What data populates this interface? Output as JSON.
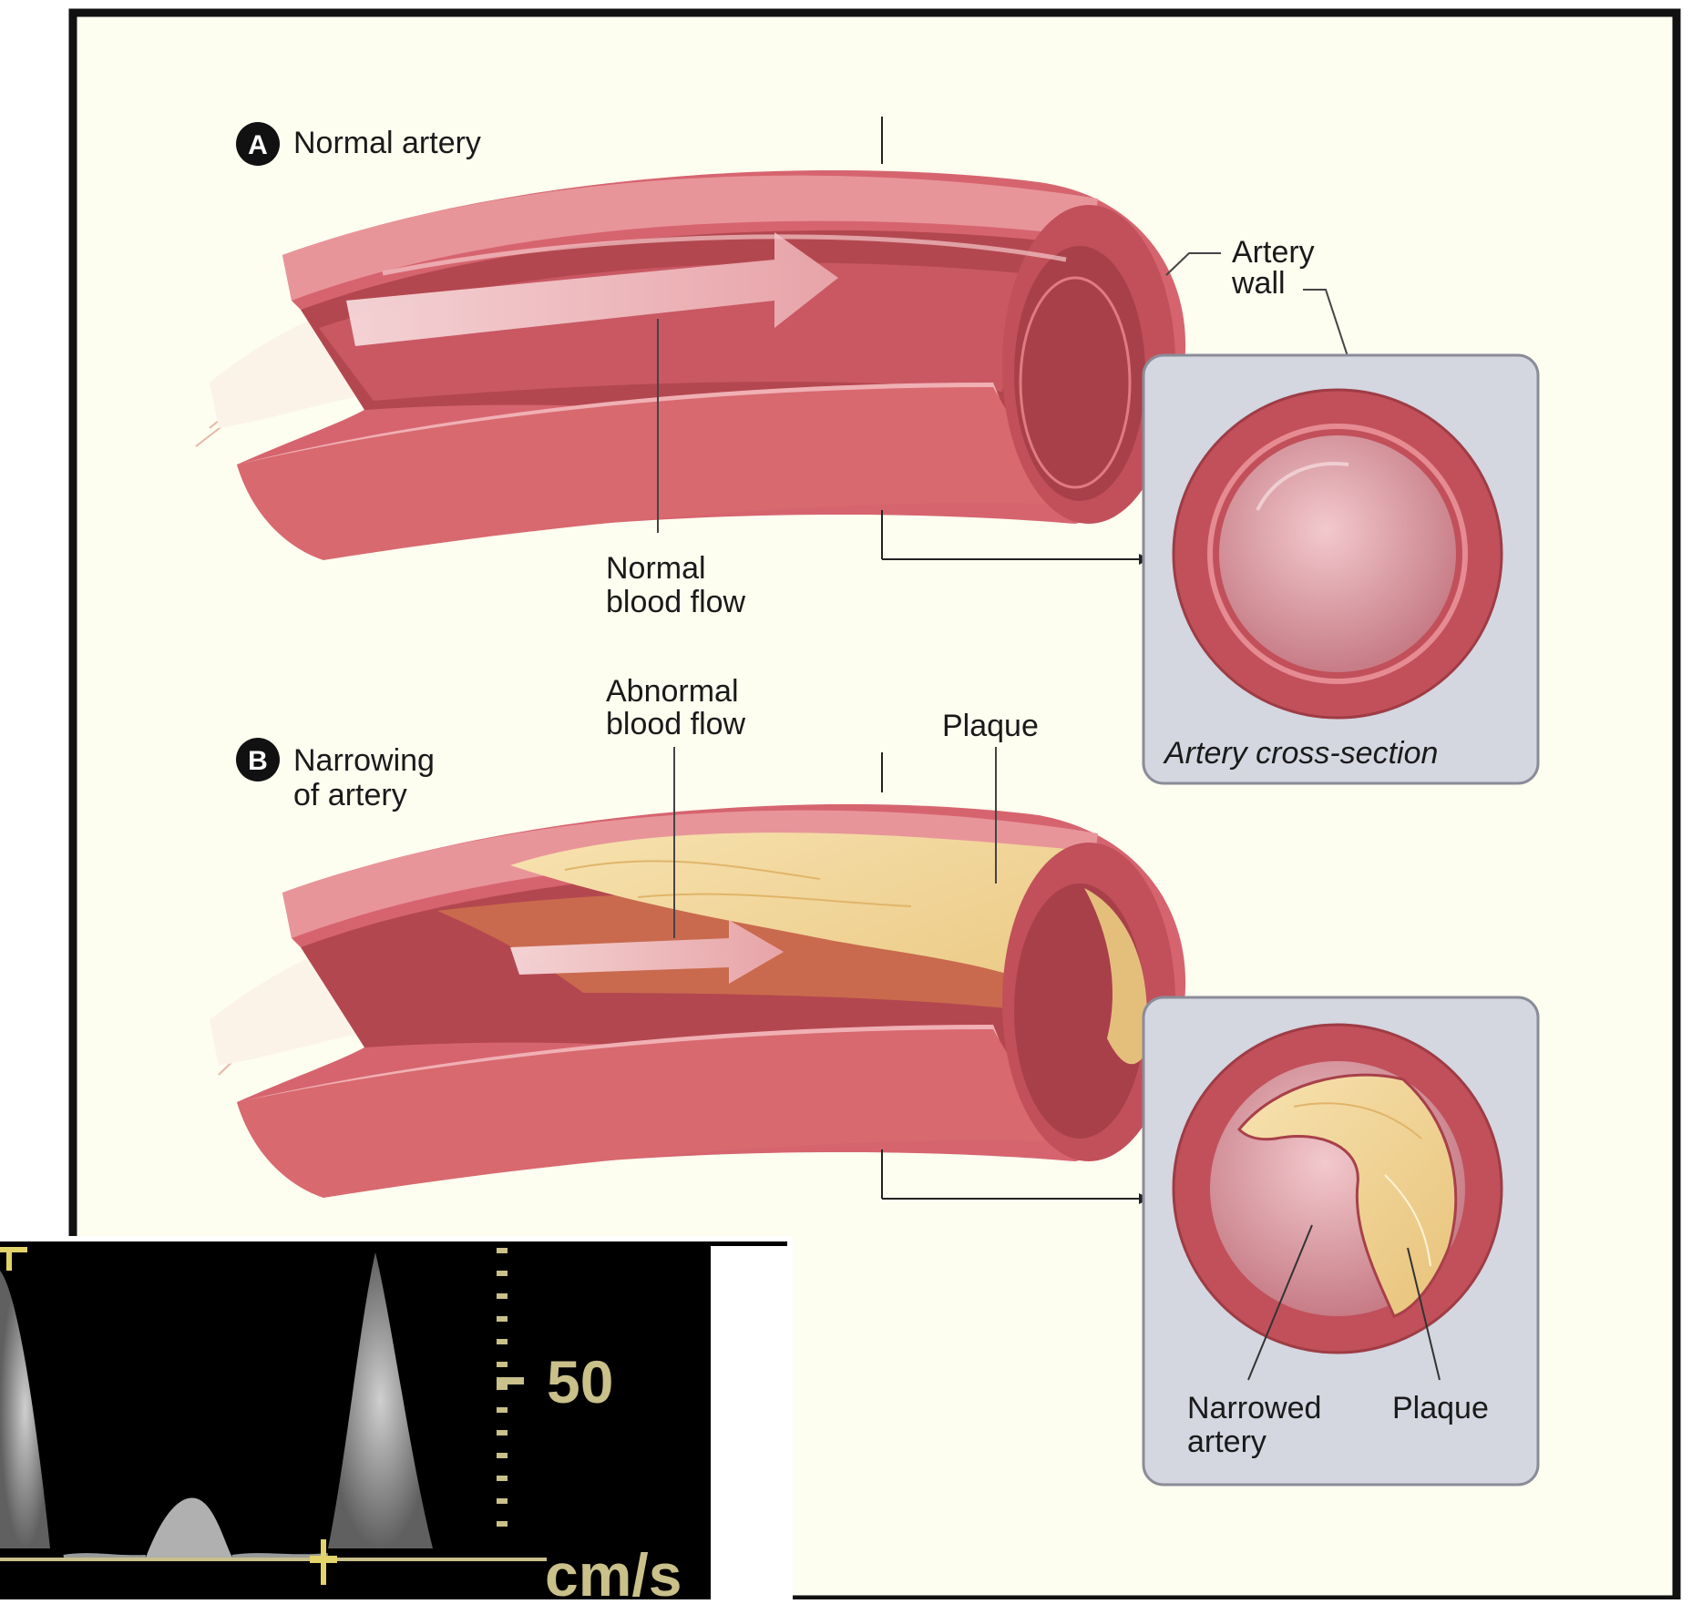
{
  "panel_a": {
    "badge": "A",
    "title": "Normal artery",
    "labels": {
      "artery_wall_line1": "Artery",
      "artery_wall_line2": "wall",
      "blood_flow_line1": "Normal",
      "blood_flow_line2": "blood flow",
      "cross_section": "Artery cross-section"
    }
  },
  "panel_b": {
    "badge": "B",
    "title_line1": "Narrowing",
    "title_line2": "of artery",
    "labels": {
      "abnormal_line1": "Abnormal",
      "abnormal_line2": "blood flow",
      "plaque": "Plaque",
      "narrowed_line1": "Narrowed",
      "narrowed_line2": "artery",
      "cs_plaque": "Plaque"
    }
  },
  "doppler": {
    "scale_value": "50",
    "unit": "cm/s"
  },
  "colors": {
    "background": "#fdfdf0",
    "frame": "#111111",
    "artery_outer": "#d6646e",
    "artery_dark": "#a8404a",
    "artery_light": "#e8959a",
    "lumen": "#eec0c4",
    "plaque": "#f3d59a",
    "inset_bg": "#d4d6e0",
    "doppler_bg": "#000000",
    "doppler_trace": "#c9c08a"
  }
}
